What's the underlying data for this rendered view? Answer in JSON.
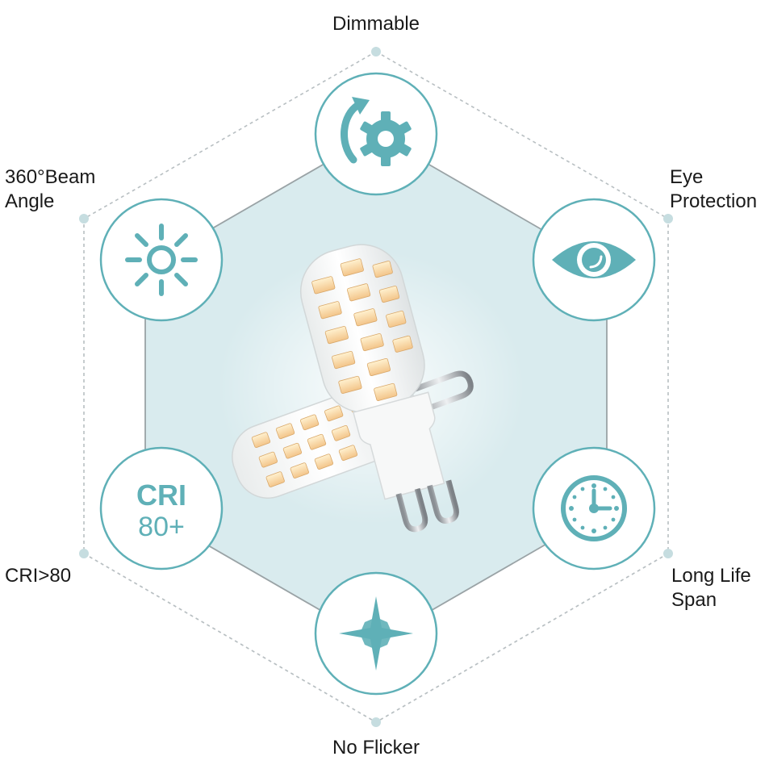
{
  "features": {
    "dimmable": {
      "label": "Dimmable",
      "icon": "dimmable-gear-icon"
    },
    "beam_angle": {
      "label_line1": "360°Beam",
      "label_line2": "Angle",
      "icon": "sun-icon"
    },
    "eye_protection": {
      "label_line1": "Eye",
      "label_line2": "Protection",
      "icon": "eye-icon"
    },
    "cri": {
      "label": "CRI>80",
      "badge_line1": "CRI",
      "badge_line2": "80+",
      "icon": "cri-badge"
    },
    "long_life": {
      "label_line1": "Long Life",
      "label_line2": "Span",
      "icon": "clock-icon"
    },
    "no_flicker": {
      "label": "No Flicker",
      "icon": "sparkle-icon"
    }
  },
  "colors": {
    "accent": "#5fb0b7",
    "hexagon_fill": "#d9ebee",
    "hexagon_stroke": "#9aa3a6",
    "dashed_stroke": "#b8bfc2",
    "vertex_dot": "#c6dde0",
    "text": "#1a1a1a"
  },
  "product": {
    "icon": "g9-led-bulb-illustration"
  }
}
